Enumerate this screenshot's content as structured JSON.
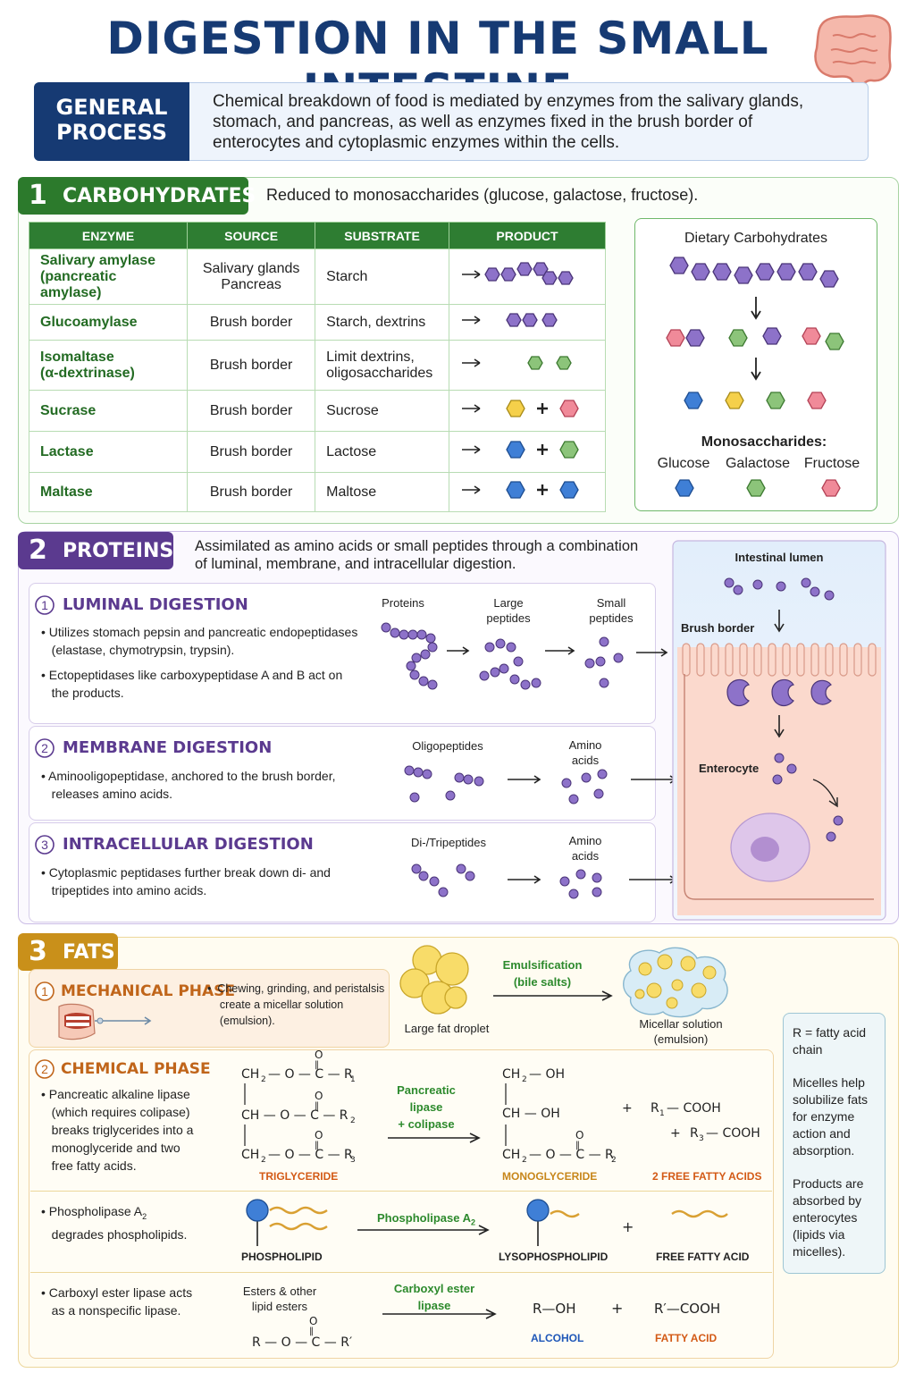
{
  "title": "DIGESTION IN THE SMALL INTESTINE",
  "general": {
    "label_line1": "GENERAL",
    "label_line2": "PROCESS",
    "text": "Chemical breakdown of food is mediated by enzymes from the salivary glands, stomach, and pancreas, as well as enzymes fixed in the brush border of enterocytes and cytoplasmic enzymes within the cells."
  },
  "carbohydrates": {
    "number": "1",
    "label": "CARBOHYDRATES",
    "description": "Reduced to monosaccharides (glucose, galactose, fructose).",
    "headers": [
      "ENZYME",
      "SOURCE",
      "SUBSTRATE",
      "PRODUCT"
    ],
    "rows": [
      {
        "enzyme": "Salivary amylase",
        "enzyme2": "(pancreatic amylase)",
        "source": "Salivary glands",
        "source2": "Pancreas",
        "substrate": "Starch",
        "substrate2": ""
      },
      {
        "enzyme": "Glucoamylase",
        "enzyme2": "",
        "source": "Brush border",
        "source2": "",
        "substrate": "Starch, dextrins",
        "substrate2": ""
      },
      {
        "enzyme": "Isomaltase",
        "enzyme2": "(α-dextrinase)",
        "source": "Brush border",
        "source2": "",
        "substrate": "Limit dextrins,",
        "substrate2": "oligosaccharides"
      },
      {
        "enzyme": "Sucrase",
        "enzyme2": "",
        "source": "Brush border",
        "source2": "",
        "substrate": "Sucrose",
        "substrate2": ""
      },
      {
        "enzyme": "Lactase",
        "enzyme2": "",
        "source": "Brush border",
        "source2": "",
        "substrate": "Lactose",
        "substrate2": ""
      },
      {
        "enzyme": "Maltase",
        "enzyme2": "",
        "source": "Brush border",
        "source2": "",
        "substrate": "Maltose",
        "substrate2": ""
      }
    ],
    "panel": {
      "title": "Dietary Carbohydrates",
      "mono_title": "Monosaccharides:",
      "glucose": "Glucose",
      "galactose": "Galactose",
      "fructose": "Fructose"
    },
    "colors": {
      "glucose": "#3f7fd6",
      "galactose": "#8cc47a",
      "fructose": "#f08a99",
      "yellow": "#f5d04a",
      "purple": "#8d72c9"
    }
  },
  "proteins": {
    "number": "2",
    "label": "PROTEINS",
    "description_line1": "Assimilated as amino acids or small peptides through a combination",
    "description_line2": "of luminal, membrane, and intracellular digestion.",
    "luminal": {
      "num": "1",
      "title": "LUMINAL DIGESTION",
      "bullet1_a": "Utilizes stomach pepsin and pancreatic endopeptidases",
      "bullet1_b": "(elastase, chymotrypsin, trypsin).",
      "bullet2_a": "Ectopeptidases like carboxypeptidase A and B act on",
      "bullet2_b": "the products.",
      "lbl_proteins": "Proteins",
      "lbl_large_1": "Large",
      "lbl_large_2": "peptides",
      "lbl_small_1": "Small",
      "lbl_small_2": "peptides"
    },
    "membrane": {
      "num": "2",
      "title": "MEMBRANE DIGESTION",
      "bullet1_a": "Aminooligopeptidase, anchored to the brush border,",
      "bullet1_b": "releases amino acids.",
      "lbl_oligo": "Oligopeptides",
      "lbl_amino_1": "Amino",
      "lbl_amino_2": "acids"
    },
    "intracellular": {
      "num": "3",
      "title": "INTRACELLULAR DIGESTION",
      "bullet1_a": "Cytoplasmic peptidases further break down di- and",
      "bullet1_b": "tripeptides into amino acids.",
      "lbl_ditri": "Di-/Tripeptides",
      "lbl_amino_1": "Amino",
      "lbl_amino_2": "acids"
    },
    "cell": {
      "lumen": "Intestinal lumen",
      "brush": "Brush border",
      "enterocyte": "Enterocyte"
    }
  },
  "fats": {
    "number": "3",
    "label": "FATS",
    "mechanical": {
      "num": "1",
      "title": "MECHANICAL PHASE",
      "text_a": "Chewing, grinding, and peristalsis",
      "text_b": "create a micellar solution",
      "text_c": "(emulsion).",
      "emul_1": "Emulsification",
      "emul_2": "(bile salts)",
      "droplet": "Large fat droplet",
      "micellar_1": "Micellar solution",
      "micellar_2": "(emulsion)"
    },
    "chemical": {
      "num": "2",
      "title": "CHEMICAL PHASE",
      "bullet1_a": "Pancreatic alkaline lipase",
      "bullet1_b": "(which requires colipase)",
      "bullet1_c": "breaks triglycerides into a",
      "bullet1_d": "monoglyceride and two",
      "bullet1_e": "free fatty acids.",
      "enzyme_1": "Pancreatic",
      "enzyme_2": "lipase",
      "enzyme_3": "+ colipase",
      "triglyceride": "TRIGLYCERIDE",
      "monoglyceride": "MONOGLYCERIDE",
      "ffa2": "2 FREE FATTY ACIDS",
      "bullet2_a": "Phospholipase A",
      "bullet2_sub": "2",
      "bullet2_b": "degrades phospholipids.",
      "pla2_label": "Phospholipase A",
      "pla2_sub": "2",
      "phospholipid": "PHOSPHOLIPID",
      "lysophospholipid": "LYSOPHOSPHOLIPID",
      "ffa": "FREE FATTY ACID",
      "bullet3_a": "Carboxyl ester lipase acts",
      "bullet3_b": "as a nonspecific lipase.",
      "esters_1": "Esters & other",
      "esters_2": "lipid esters",
      "cel_1": "Carboxyl ester",
      "cel_2": "lipase",
      "alcohol": "ALCOHOL",
      "fatty_acid": "FATTY ACID",
      "roh": "R—OH",
      "rcooh": "R′—COOH"
    },
    "notes": {
      "line1": "R = fatty acid chain",
      "line2": "Micelles help solubilize fats for enzyme action and absorption.",
      "line3": "Products are absorbed by enterocytes (lipids via micelles)."
    }
  }
}
